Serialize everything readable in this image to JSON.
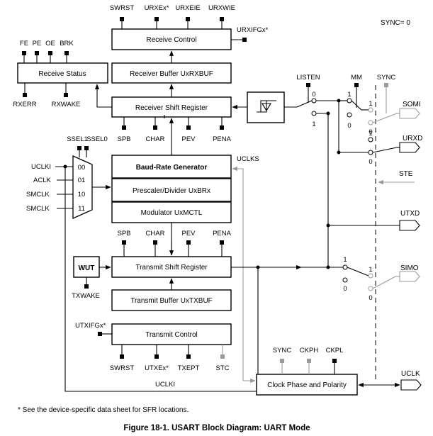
{
  "sync_note": "SYNC= 0",
  "footnote": "* See the device-specific data sheet for SFR locations.",
  "caption": "Figure 18-1. USART Block Diagram: UART Mode",
  "blocks": {
    "receive_control": "Receive Control",
    "receive_status": "Receive Status",
    "receiver_buffer": "Receiver Buffer UxRXBUF",
    "receiver_shift": "Receiver Shift Register",
    "baud_gen": "Baud-Rate Generator",
    "prescaler": "Prescaler/Divider UxBRx",
    "modulator": "Modulator UxMCTL",
    "wut": "WUT",
    "transmit_shift": "Transmit Shift Register",
    "transmit_buffer": "Transmit Buffer UxTXBUF",
    "transmit_control": "Transmit Control",
    "clock_phase": "Clock Phase and Polarity"
  },
  "signals": {
    "swrst_top": "SWRST",
    "urxex": "URXEx*",
    "urxeie": "URXEIE",
    "urxwie": "URXWIE",
    "urxifgx": "URXIFGx*",
    "fe": "FE",
    "pe": "PE",
    "oe": "OE",
    "brk": "BRK",
    "rxerr": "RXERR",
    "rxwake": "RXWAKE",
    "spb_rx": "SPB",
    "char_rx": "CHAR",
    "pev_rx": "PEV",
    "pena_rx": "PENA",
    "ssel1": "SSEL1",
    "ssel0": "SSEL0",
    "uclks": "UCLKS",
    "spb_tx": "SPB",
    "char_tx": "CHAR",
    "pev_tx": "PEV",
    "pena_tx": "PENA",
    "txwake": "TXWAKE",
    "utxifgx": "UTXIFGx*",
    "swrst_bot": "SWRST",
    "utxex": "UTXEx*",
    "txept": "TXEPT",
    "stc": "STC",
    "sync_bot": "SYNC",
    "ckph": "CKPH",
    "ckpl": "CKPL",
    "uclki_bottom": "UCLKI",
    "listen": "LISTEN",
    "mm": "MM",
    "sync_top": "SYNC"
  },
  "mux": {
    "inputs": [
      "UCLKI",
      "ACLK",
      "SMCLK",
      "SMCLK"
    ],
    "codes": [
      "00",
      "01",
      "10",
      "11"
    ]
  },
  "pins": {
    "somi": "SOMI",
    "urxd": "URXD",
    "ste": "STE",
    "utxd": "UTXD",
    "simo": "SIMO",
    "uclk": "UCLK"
  },
  "switch_labels": {
    "listen_0": "0",
    "listen_1": "1",
    "mm_1": "1",
    "mm_0": "0",
    "somi_1": "1",
    "somi_0": "0",
    "urxd_1": "1",
    "urxd_0": "0",
    "tx_1": "1",
    "tx_0": "0",
    "simo_1": "1",
    "simo_0": "0"
  },
  "colors": {
    "line": "#000000",
    "inactive": "#9a9a9a"
  }
}
